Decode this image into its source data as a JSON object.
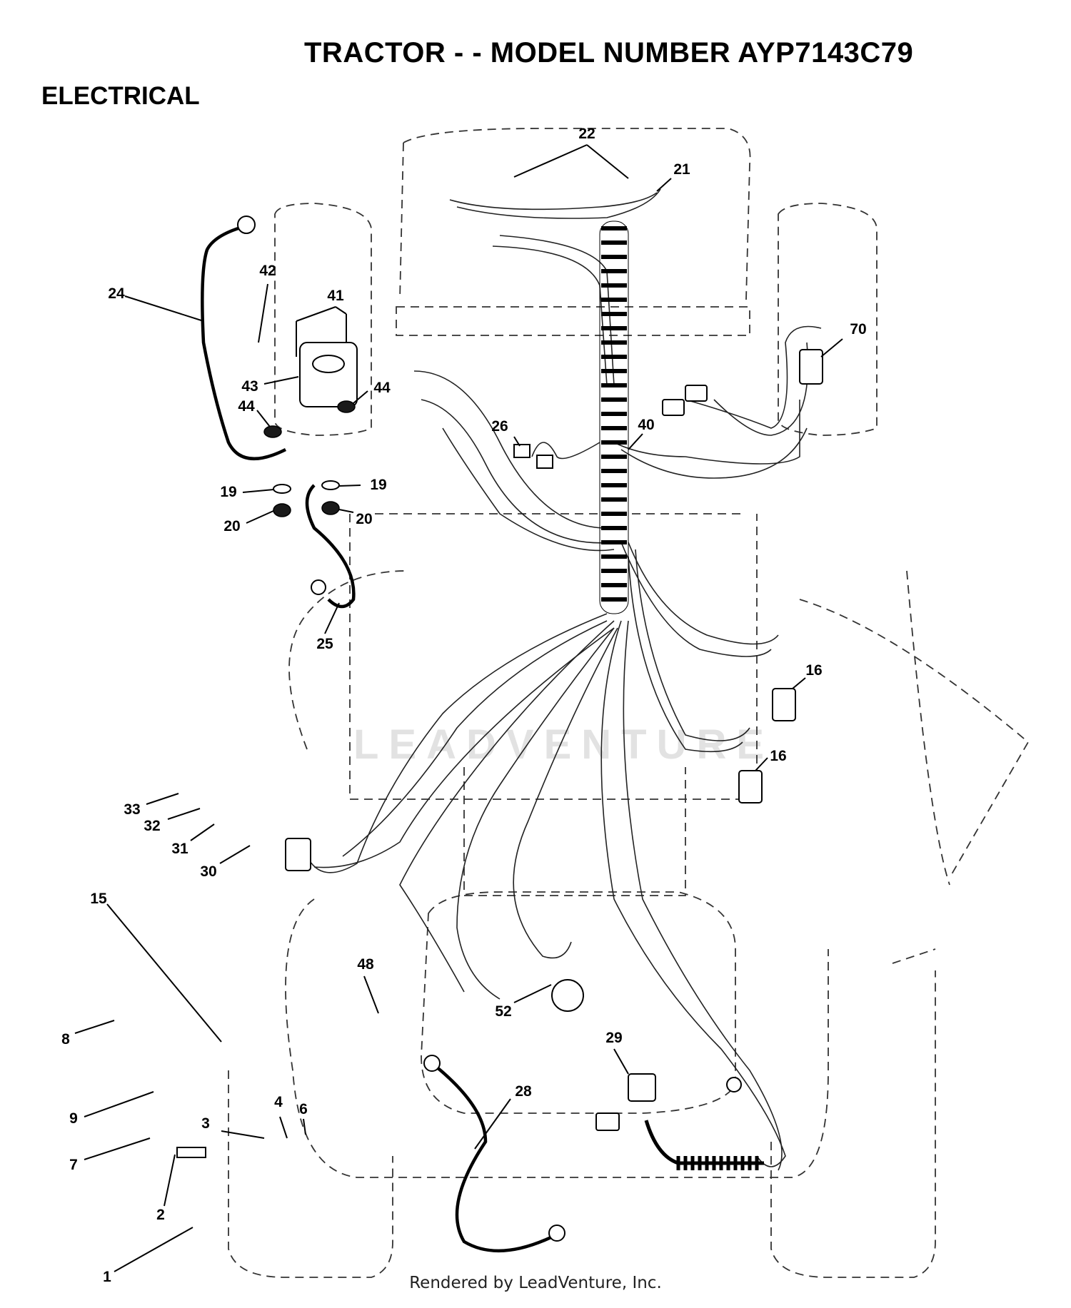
{
  "header": {
    "title": "TRACTOR - - MODEL NUMBER AYP7143C79",
    "section": "ELECTRICAL"
  },
  "watermark": "LEADVENTURE",
  "footer": "Rendered by LeadVenture, Inc.",
  "callouts": {
    "c22": "22",
    "c21": "21",
    "c42": "42",
    "c41": "41",
    "c24": "24",
    "c70": "70",
    "c43": "43",
    "c44a": "44",
    "c44b": "44",
    "c26": "26",
    "c40": "40",
    "c19a": "19",
    "c19b": "19",
    "c20a": "20",
    "c20b": "20",
    "c25": "25",
    "c16a": "16",
    "c16b": "16",
    "c33": "33",
    "c32": "32",
    "c31": "31",
    "c30": "30",
    "c15": "15",
    "c48": "48",
    "c52": "52",
    "c8": "8",
    "c29": "29",
    "c28": "28",
    "c9": "9",
    "c4": "4",
    "c6": "6",
    "c3": "3",
    "c7": "7",
    "c2": "2",
    "c1": "1"
  }
}
